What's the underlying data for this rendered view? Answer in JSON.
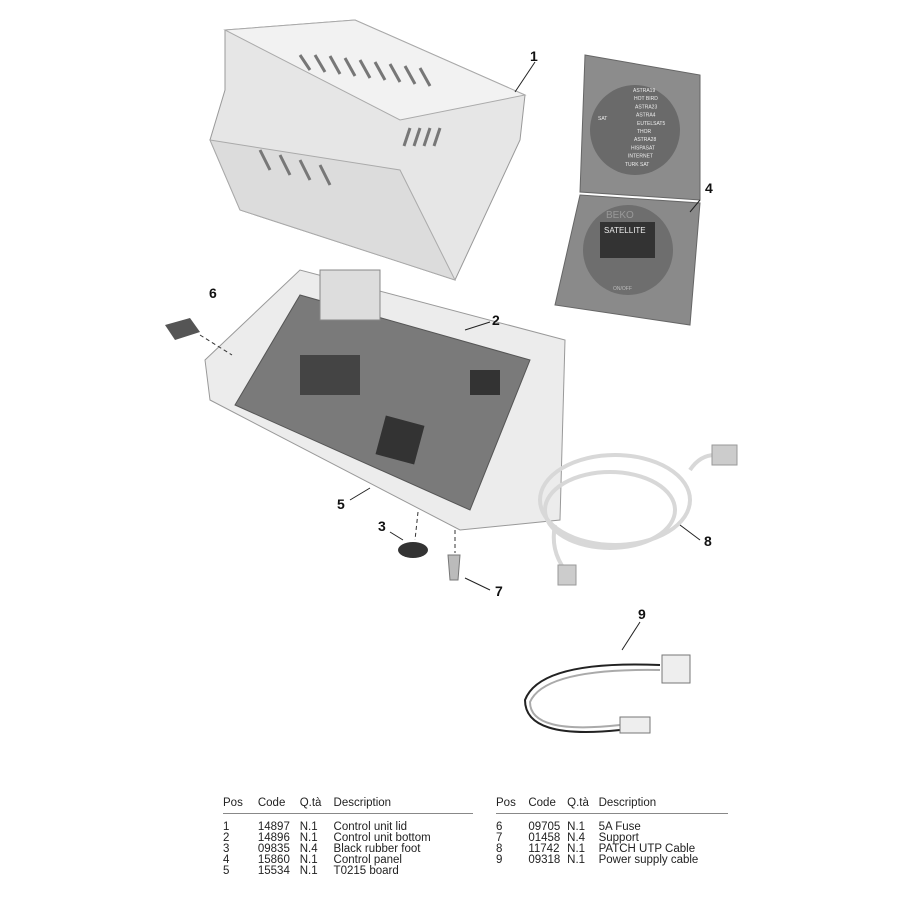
{
  "callouts": [
    "1",
    "2",
    "3",
    "4",
    "5",
    "6",
    "7",
    "8",
    "9"
  ],
  "panel": {
    "sat_label": "SAT",
    "channels": [
      "ASTRA19",
      "HOT BIRD",
      "ASTRA23",
      "ASTRA4",
      "EUTELSAT5",
      "THOR",
      "ASTRA28",
      "HISPASAT",
      "INTERNET",
      "TURK SAT"
    ],
    "brand": "BEKO",
    "product": "SATELLITE",
    "button": "ON/OFF"
  },
  "table": {
    "headers": [
      "Pos",
      "Code",
      "Q.tà",
      "Description"
    ],
    "left": [
      [
        "1",
        "14897",
        "N.1",
        "Control unit lid"
      ],
      [
        "2",
        "14896",
        "N.1",
        "Control unit bottom"
      ],
      [
        "3",
        "09835",
        "N.4",
        "Black rubber foot"
      ],
      [
        "4",
        "15860",
        "N.1",
        "Control panel"
      ],
      [
        "5",
        "15534",
        "N.1",
        "T0215 board"
      ]
    ],
    "right": [
      [
        "6",
        "09705",
        "N.1",
        "5A Fuse"
      ],
      [
        "7",
        "01458",
        "N.4",
        "Support"
      ],
      [
        "8",
        "11742",
        "N.1",
        "PATCH UTP Cable"
      ],
      [
        "9",
        "09318",
        "N.1",
        "Power supply cable"
      ]
    ]
  }
}
